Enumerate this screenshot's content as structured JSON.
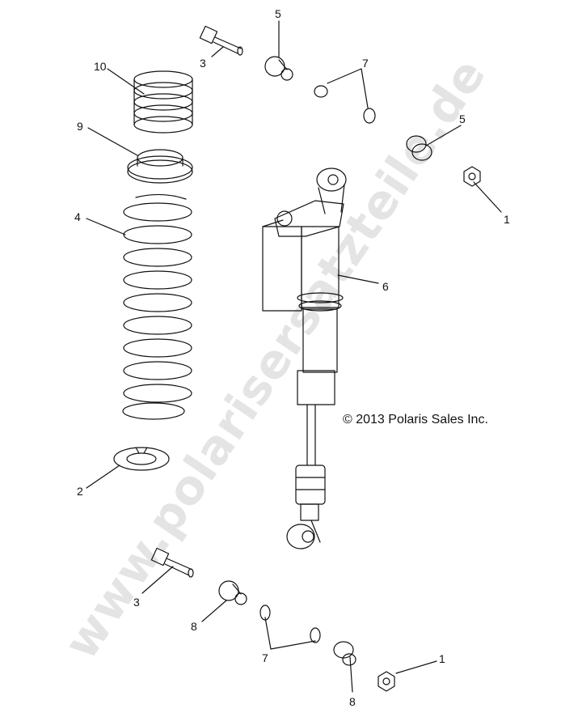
{
  "diagram": {
    "copyright": "© 2013 Polaris Sales Inc.",
    "watermark": "www.polarisersatzteile.de",
    "callouts": {
      "c1a": "1",
      "c1b": "1",
      "c2": "2",
      "c3a": "3",
      "c3b": "3",
      "c4": "4",
      "c5a": "5",
      "c5b": "5",
      "c6": "6",
      "c7a": "7",
      "c7b": "7",
      "c8a": "8",
      "c8b": "8",
      "c9": "9",
      "c10": "10"
    }
  }
}
